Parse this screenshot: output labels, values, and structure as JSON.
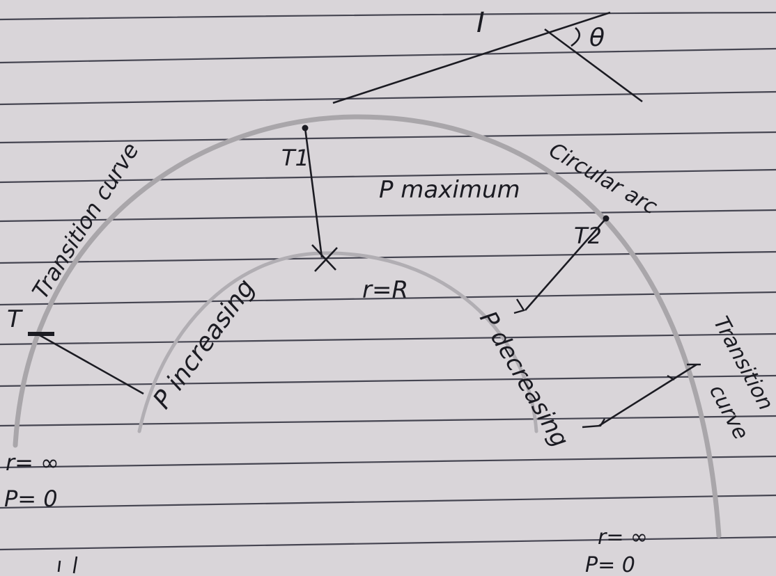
{
  "diagram": {
    "intersection_label": "I",
    "deflection_angle_label": "θ",
    "point_t_label": "T",
    "point_t1_label": "T1",
    "point_t2_label": "T2",
    "transition_curve_left_label": "Transition curve",
    "transition_curve_right_label_line1": "Transition",
    "transition_curve_right_label_line2": "curve",
    "circular_arc_label": "Circular arc",
    "p_maximum_label": "P maximum",
    "r_equals_R_label": "r=R",
    "p_increasing_label": "P increasing",
    "p_decreasing_label": "P decreasing",
    "left_radius_label": "r= ∞",
    "left_p_label": "P= 0",
    "right_radius_label": "r= ∞",
    "right_p_label": "P= 0",
    "colors": {
      "paper": "#d9d5d9",
      "ruled_line": "#2c2c3a",
      "ink": "#1b1b22",
      "outer_pencil_arc": "#a9a6aa",
      "inner_pencil_arc": "#b1aeb3"
    }
  }
}
